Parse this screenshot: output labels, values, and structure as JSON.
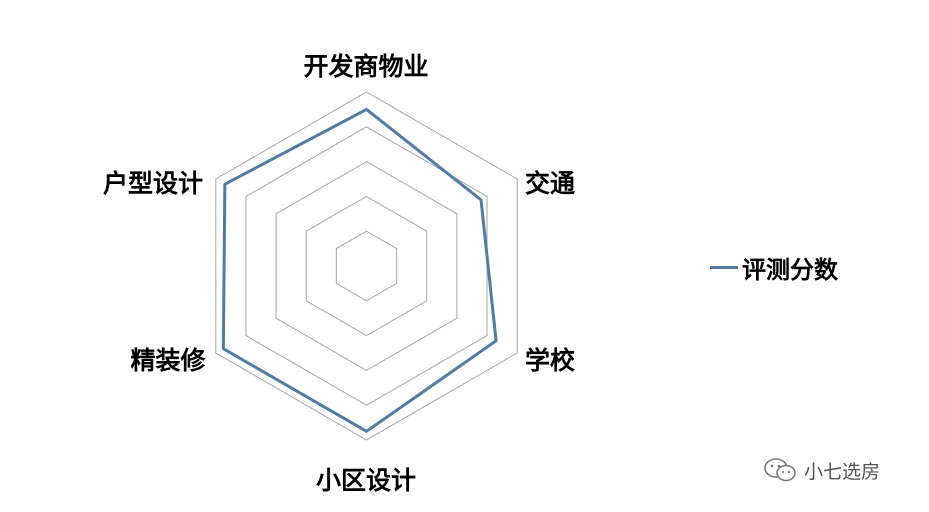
{
  "chart_data": {
    "type": "radar",
    "categories": [
      "开发商物业",
      "交通",
      "学校",
      "小区设计",
      "精装修",
      "户型设计"
    ],
    "series": [
      {
        "name": "评测分数",
        "values": [
          4.5,
          3.8,
          4.3,
          4.75,
          4.75,
          4.7
        ],
        "color": "#4F7BA8"
      }
    ],
    "rlim": [
      0,
      5
    ],
    "rings": 5,
    "grid": true,
    "grid_color": "#A6A6A6",
    "legend": "right"
  },
  "watermark": {
    "text": "小七选房",
    "icon": "wechat-icon"
  }
}
